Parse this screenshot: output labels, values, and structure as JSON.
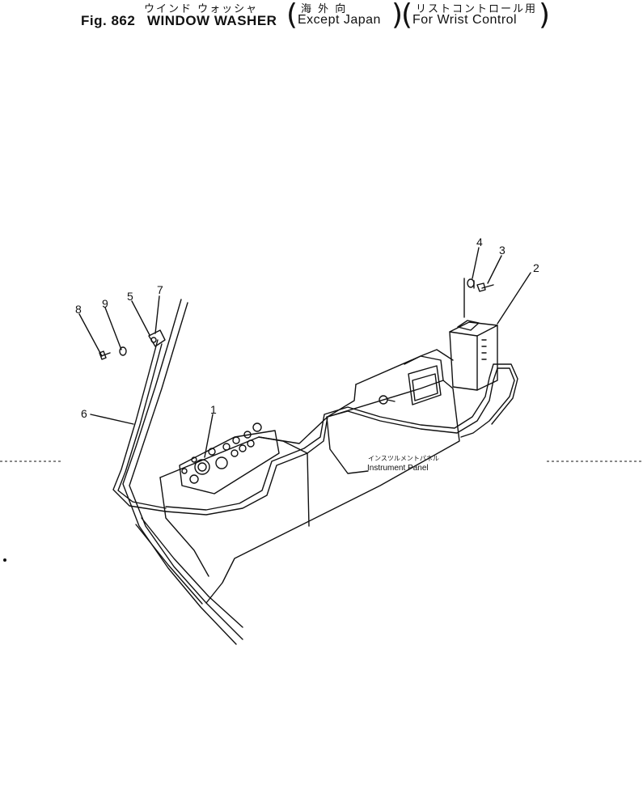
{
  "header": {
    "fig_number": "Fig. 862",
    "title_en": "WINDOW WASHER",
    "title_jp": "ウインド ウォッシャ",
    "region_jp": "海 外 向",
    "region_en": "Except Japan",
    "control_jp": "リストコントロール用",
    "control_en": "For Wrist Control"
  },
  "diagram": {
    "panel_label_jp": "インスツルメントパネル",
    "panel_label_en": "Instrument Panel",
    "callouts": [
      "1",
      "2",
      "3",
      "4",
      "5",
      "6",
      "7",
      "8",
      "9"
    ]
  }
}
